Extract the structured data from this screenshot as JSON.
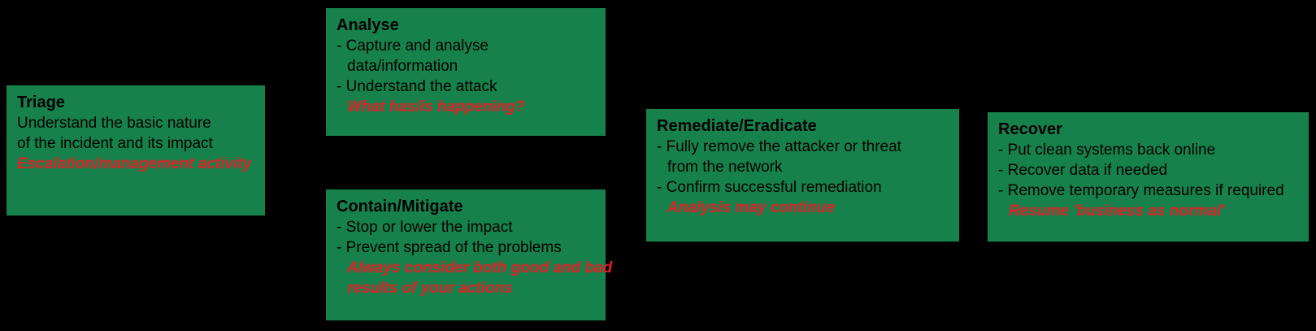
{
  "colors": {
    "background": "#000000",
    "box_green": "#17814c",
    "body_text": "#000000",
    "note_red": "#e31e25"
  },
  "boxes": [
    {
      "id": "triage",
      "title": "Triage",
      "lines": [
        "Understand the basic nature",
        "of the incident and its impact",
        "Escalation/management activity"
      ]
    },
    {
      "id": "analyse",
      "title": "Analyse",
      "lines": [
        "- Capture and analyse",
        "data/information",
        "- Understand the attack",
        "What has/is happening?"
      ]
    },
    {
      "id": "contain-mitigate",
      "title": "Contain/Mitigate",
      "lines": [
        "- Stop or lower the impact",
        "- Prevent spread of the problems",
        "Always consider both good and bad",
        "results of your actions"
      ]
    },
    {
      "id": "remediate-eradicate",
      "title": "Remediate/Eradicate",
      "lines": [
        "- Fully remove the attacker or threat",
        "from the network",
        "- Confirm successful remediation",
        "Analysis may continue"
      ]
    },
    {
      "id": "recover",
      "title": "Recover",
      "lines": [
        "- Put clean systems back online",
        "- Recover data if needed",
        "- Remove temporary measures if required",
        "Resume 'business as normal'"
      ]
    }
  ]
}
